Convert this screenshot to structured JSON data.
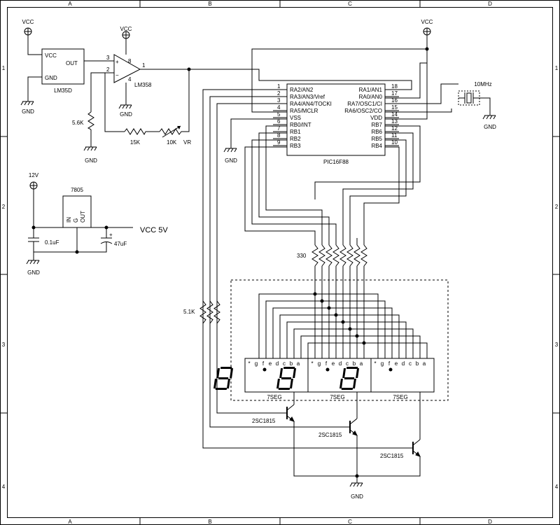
{
  "frame": {
    "col_labels": [
      "A",
      "B",
      "C",
      "D"
    ],
    "row_labels": [
      "1",
      "2",
      "3",
      "4"
    ]
  },
  "power": {
    "vcc_label": "VCC",
    "gnd_label": "GND",
    "v12_label": "12V",
    "vcc5_label": "VCC 5V"
  },
  "sensor": {
    "name": "LM35D",
    "pin_vcc": "VCC",
    "pin_out": "OUT",
    "pin_gnd": "GND"
  },
  "opamp": {
    "name": "LM358",
    "pin3": "3",
    "pin2": "2",
    "pin8": "8",
    "pin4": "4",
    "pin1": "1",
    "plus": "+",
    "minus": "−"
  },
  "resistors": {
    "r_5k6": "5.6K",
    "r_15k": "15K",
    "vr_value": "10K",
    "vr_label": "VR",
    "r_330": "330",
    "r_5k1": "5.1K"
  },
  "regulator": {
    "name": "7805",
    "in": "IN",
    "g": "G",
    "out": "OUT",
    "c1": "0.1uF",
    "c2": "47uF"
  },
  "mcu": {
    "name": "PIC16F88",
    "left_pins": [
      {
        "num": "1",
        "name": "RA2/AN2"
      },
      {
        "num": "2",
        "name": "RA3/AN3/Vref"
      },
      {
        "num": "3",
        "name": "RA4/AN4/TOCKI"
      },
      {
        "num": "4",
        "name": "RA5/MCLR"
      },
      {
        "num": "5",
        "name": "VSS"
      },
      {
        "num": "6",
        "name": "RB0/INT"
      },
      {
        "num": "7",
        "name": "RB1"
      },
      {
        "num": "8",
        "name": "RB2"
      },
      {
        "num": "9",
        "name": "RB3"
      }
    ],
    "right_pins": [
      {
        "num": "18",
        "name": "RA1/AN1"
      },
      {
        "num": "17",
        "name": "RA0/AN0"
      },
      {
        "num": "16",
        "name": "RA7/OSC1/CI"
      },
      {
        "num": "15",
        "name": "RA6/OSC2/CO"
      },
      {
        "num": "14",
        "name": "VDD"
      },
      {
        "num": "13",
        "name": "RB7"
      },
      {
        "num": "12",
        "name": "RB6"
      },
      {
        "num": "11",
        "name": "RB5"
      },
      {
        "num": "10",
        "name": "RB4"
      }
    ]
  },
  "crystal": {
    "label": "10MHz"
  },
  "display": {
    "digit_label": "7SEG",
    "pin_letters": [
      "*",
      "g",
      "f",
      "e",
      "d",
      "c",
      "b",
      "a"
    ]
  },
  "transistor": {
    "label": "2SC1815"
  }
}
